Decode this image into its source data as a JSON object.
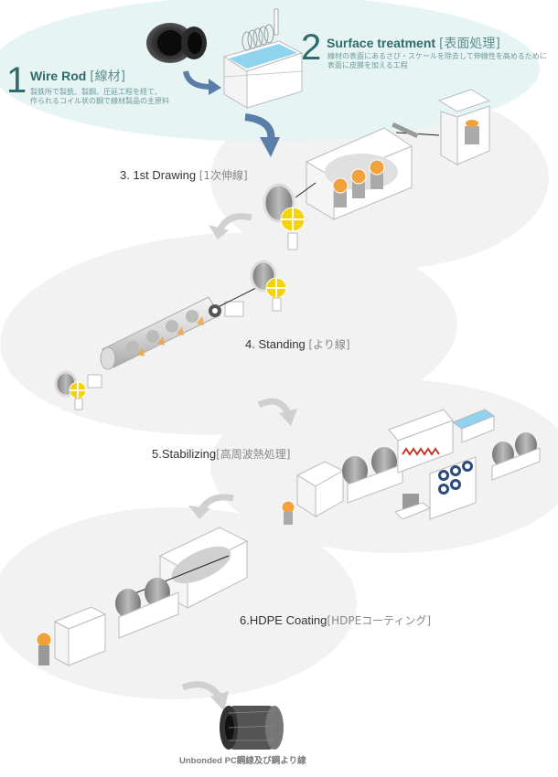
{
  "steps": [
    {
      "number": "1",
      "title": "Wire Rod",
      "title_jp": "[線材]",
      "description": [
        "製鉄所で製銑、製鋼、圧延工程を経て、",
        "作られるコイル状の鋼で線材製品の主原料"
      ]
    },
    {
      "number": "2",
      "title": "Surface treatment",
      "title_jp": "[表面処理]",
      "description": [
        "線材の表面にあるさび・スケールを除去して伸線性を高めるために",
        "表面に皮膜を加える工程"
      ]
    }
  ],
  "processes": [
    {
      "label": "3. 1st Drawing",
      "label_jp": "[1次伸線]"
    },
    {
      "label": "4. Standing",
      "label_jp": "[より線]"
    },
    {
      "label": "5.Stabilizing",
      "label_jp": "[高周波熱処理]"
    },
    {
      "label": "6.HDPE Coating",
      "label_jp": "[HDPEコーティング]"
    }
  ],
  "final_product": {
    "label": "Unbonded PC鋼線及び鋼より線"
  },
  "colors": {
    "teal_bg": "#e6f4f4",
    "teal_text": "#2e6b6a",
    "gray_bg": "#f2f2f2",
    "blue_arrow": "#5b7ea8",
    "gray_arrow": "#d0d0d0",
    "accent_orange": "#f2a23a",
    "accent_yellow": "#f5d20c",
    "water_blue": "#8fd3ef"
  }
}
